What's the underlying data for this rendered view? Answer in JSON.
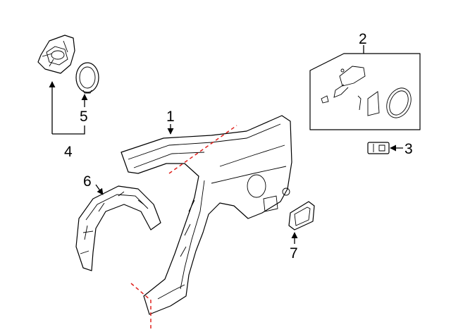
{
  "callouts": {
    "c1": "1",
    "c2": "2",
    "c3": "3",
    "c4": "4",
    "c5": "5",
    "c6": "6",
    "c7": "7"
  },
  "colors": {
    "line": "#000000",
    "cut_line": "#e0201c",
    "background": "#ffffff"
  }
}
